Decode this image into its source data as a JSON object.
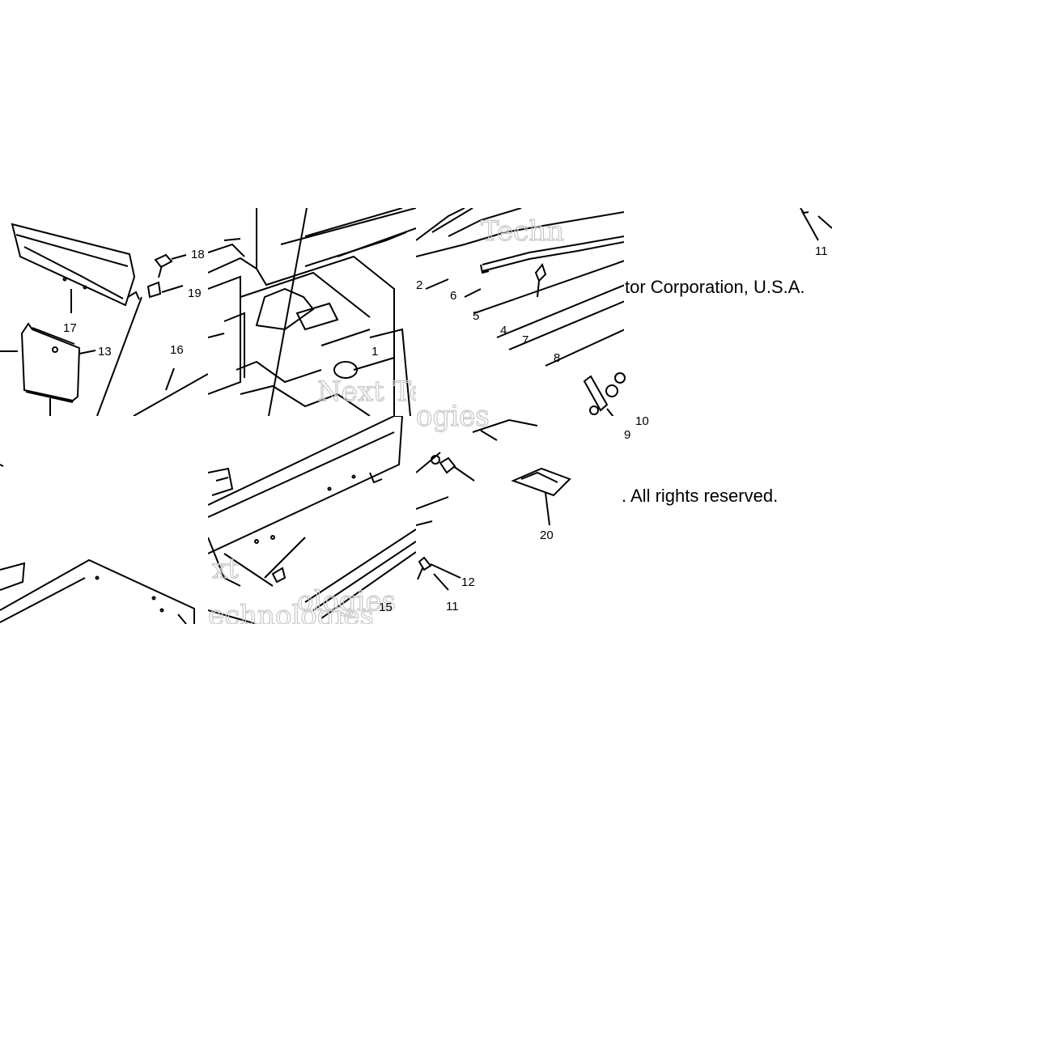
{
  "diagram": {
    "callouts": [
      "18",
      "19",
      "17",
      "13",
      "16",
      "1",
      "2",
      "6",
      "5",
      "4",
      "7",
      "8",
      "10",
      "9",
      "11",
      "20",
      "12",
      "11",
      "15"
    ],
    "watermarks": [
      "Techn",
      "Next Te",
      "ogies",
      "xt",
      "ologies",
      "echnologies"
    ],
    "copyright_line_1": "tor Corporation, U.S.A.",
    "copyright_line_2": ". All rights reserved."
  }
}
